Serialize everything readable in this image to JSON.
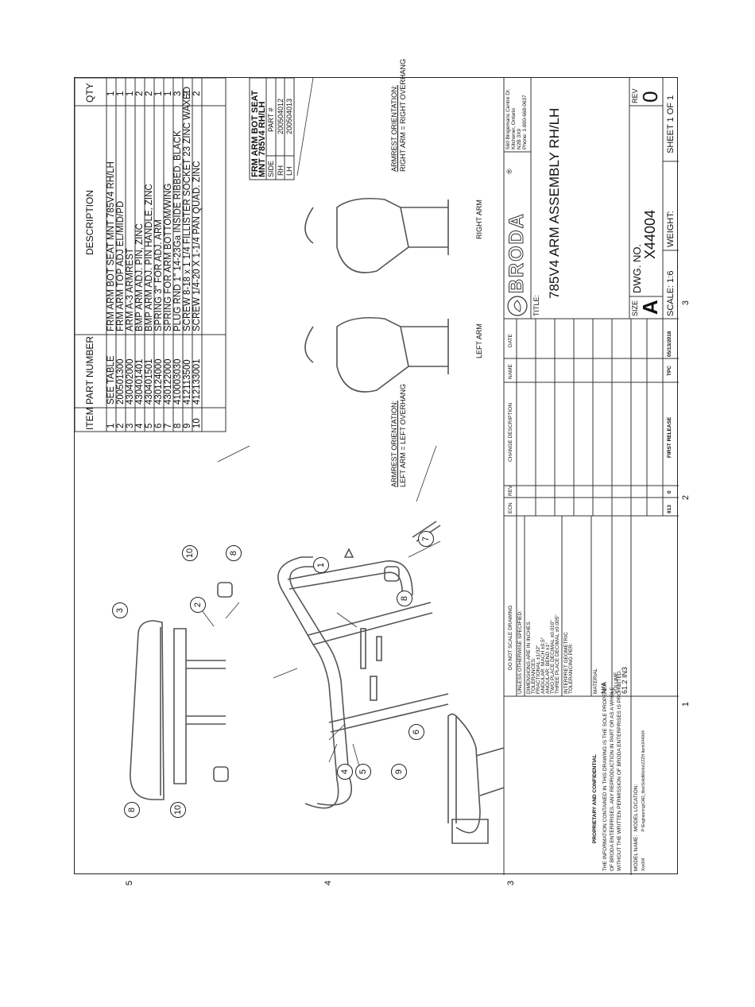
{
  "bom": {
    "headers": {
      "item": "ITEM",
      "part": "PART NUMBER",
      "desc": "DESCRIPTION",
      "qty": "QTY"
    },
    "rows": [
      {
        "item": "1",
        "part": "SEE TABLE",
        "desc": "FRM ARM BOT SEAT MNT 785V4 RH/LH",
        "qty": "1"
      },
      {
        "item": "2",
        "part": "200501300",
        "desc": "FRM ARM TOP ADJ EL/MID/PD",
        "qty": "1"
      },
      {
        "item": "3",
        "part": "430402000",
        "desc": "ARM A-3 ARMREST",
        "qty": "1"
      },
      {
        "item": "4",
        "part": "430401401",
        "desc": "BMP ARM ADJ. PIN, ZINC",
        "qty": "2"
      },
      {
        "item": "5",
        "part": "430401501",
        "desc": "BMP ARM ADJ. PIN HANDLE, ZINC",
        "qty": "2"
      },
      {
        "item": "6",
        "part": "430124000",
        "desc": "SPRING 3\" FOR ADJ. ARM",
        "qty": "1"
      },
      {
        "item": "7",
        "part": "430122000",
        "desc": "SPRING FOR ARM BOTTOM/WING",
        "qty": "1"
      },
      {
        "item": "8",
        "part": "410003030",
        "desc": "PLUG RND 1\" 14-23Ga INSIDE RIBBED, BLACK",
        "qty": "3"
      },
      {
        "item": "9",
        "part": "412113500",
        "desc": "SCREW 8-18 x 1 1/4 FILLISTER SOCKET 23 ZINC WAXED",
        "qty": "2"
      },
      {
        "item": "10",
        "part": "412133001",
        "desc": "SCREW 1/4-20 X 1-1/4 PAN QUAD. ZINC",
        "qty": "2"
      }
    ]
  },
  "side_table": {
    "title1": "FRM ARM BOT SEAT",
    "title2": "MNT 785V4 RH/LH",
    "col_side": "SIDE",
    "col_part": "PART #",
    "rows": [
      {
        "side": "RH",
        "part": "200504012"
      },
      {
        "side": "LH",
        "part": "200504013"
      }
    ]
  },
  "orientation": {
    "left_heading": "ARMREST ORIENTATION:",
    "left_text": "LEFT ARM = LEFT OVERHANG",
    "right_heading": "ARMREST ORIENTATION:",
    "right_text": "RIGHT ARM = RIGHT OVERHANG",
    "left_label": "LEFT ARM",
    "right_label": "RIGHT ARM"
  },
  "balloons": [
    "1",
    "2",
    "3",
    "4",
    "5",
    "6",
    "7",
    "8",
    "8",
    "8",
    "9",
    "10",
    "10"
  ],
  "tolerance": {
    "do_not_scale": "DO NOT SCALE DRAWING",
    "unless": "UNLESS OTHERWISE SPECIFIED:",
    "lines": [
      "DIMENSIONS ARE IN INCHES",
      "TOLERANCES:",
      "FRACTIONAL ±1/32\"",
      "ANGULAR: MACH ±0.5°",
      "ANGULAR: BEND ±1°",
      "TWO PLACE DECIMAL    ±0.010\"",
      "THREE PLACE DECIMAL   ±0.005\""
    ],
    "interpret1": "INTERPRET GEOMETRIC",
    "interpret2": "TOLERANCING PER:",
    "material_label": "MATERIAL",
    "material": "N/A",
    "volume_label": "VOLUME",
    "volume": "61.2 IN3"
  },
  "revisions": {
    "headers": {
      "ecn": "ECN",
      "rev": "REV",
      "change": "CHANGE DESCRIPTION",
      "name": "NAME",
      "date": "DATE"
    },
    "rows": [
      {
        "ecn": "813",
        "rev": "0",
        "change": "FIRST RELEASE",
        "name": "TPC",
        "date": "05/13/2016"
      }
    ]
  },
  "company": {
    "name": "BRODA",
    "mark": "®",
    "address": [
      "560 Bingemans Centre Dr.",
      "Kitchener, Ontario",
      "N2B 3X9",
      "Phone: 1-800-668-0637"
    ]
  },
  "title_block": {
    "title_label": "TITLE:",
    "title": "785V4 ARM ASSEMBLY RH/LH",
    "size_label": "SIZE",
    "size": "A",
    "dwg_label": "DWG.  NO.",
    "dwg_no": "X44004",
    "rev_label": "REV",
    "rev": "0",
    "scale": "SCALE: 1:6",
    "weight": "WEIGHT:",
    "sheet": "SHEET 1 OF 1"
  },
  "proprietary": {
    "heading": "PROPRIETARY AND CONFIDENTIAL",
    "lines": [
      "THE INFORMATION CONTAINED IN THIS DRAWING IS THE SOLE PROPERTY",
      "OF BRODA ENTERPRISES.  ANY REPRODUCTION IN PART OR AS A WHOLE",
      "WITHOUT THE WRITTEN PERMISSION OF BRODA ENTERPRISES IS PROHIBITED."
    ],
    "model_name_label": "MODEL NAME:",
    "model_name": "Xxx004",
    "model_loc_label": "MODEL LOCATION:",
    "model_loc": "P:\\Engineering\\CAD_files\\SolidWorks\\ZZZH Item\\X44004"
  },
  "zones": [
    "5",
    "4",
    "3",
    "2",
    "1"
  ]
}
